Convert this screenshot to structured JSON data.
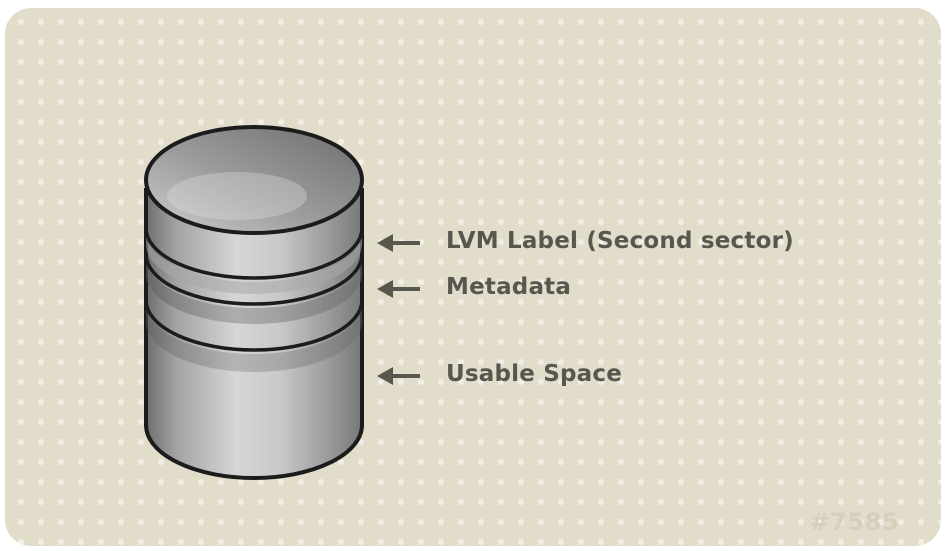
{
  "diagram": {
    "labels": [
      {
        "id": "lvm-label",
        "text": "LVM Label (Second sector)",
        "arrow_icon": "left-arrow-icon"
      },
      {
        "id": "metadata",
        "text": "Metadata",
        "arrow_icon": "left-arrow-icon"
      },
      {
        "id": "usable-space",
        "text": "Usable Space",
        "arrow_icon": "left-arrow-icon"
      }
    ],
    "figure_id": "#7585",
    "colors": {
      "background": "#e2dccb",
      "text": "#58574e",
      "arrow": "#58574e",
      "cylinder_dark": "#1c1c1c",
      "cylinder_light": "#d4d4d4"
    }
  }
}
